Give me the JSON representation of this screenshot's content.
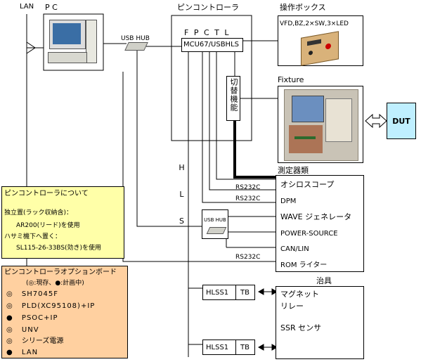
{
  "labels": {
    "lan": "LAN",
    "pc": "P C",
    "pin_controller": "ピンコントローラ",
    "operation_box": "操作ボックス",
    "operation_box_spec": "VFD,BZ,2×SW,3×LED",
    "fpctl": "F P C T L",
    "mcu": "MCU67/USBHLS",
    "switch_function": "切替機能",
    "fixture": "Fixture",
    "dut": "DUT",
    "usb_hub_top": "USB HUB",
    "usb_hub_mid": "USB HUB",
    "hls": "H L S",
    "rs232c_1": "RS232C",
    "rs232c_2": "RS232C",
    "rs232c_3": "RS232C",
    "measuring_instruments": "測定器類",
    "jig": "治具",
    "hlss1_top": "HLSS1",
    "tb_top": "TB",
    "hlss1_bottom": "HLSS1",
    "tb_bottom": "TB"
  },
  "instruments": [
    "オシロスコープ",
    "DPM",
    "WAVE ジェネレータ",
    "POWER-SOURCE",
    "CAN/LIN",
    "ROM ライター"
  ],
  "jig_items": [
    "マグネット",
    "リレー",
    "SSR センサ"
  ],
  "note_pin_controller": {
    "title": "ピンコントローラについて",
    "lines": [
      "独立置(ラック収納含)：",
      "AR200(リード)を使用",
      "ハサミ機下へ置く：",
      "SL115-26-33BS(効き)を使用"
    ]
  },
  "note_option_board": {
    "title": "ピンコントローラオプションボード",
    "legend": "(◎:現存、●:計画中)",
    "items": [
      {
        "mark": "◎",
        "text": "SH7045F"
      },
      {
        "mark": "◎",
        "text": "PLD(XC95108)+IP"
      },
      {
        "mark": "●",
        "text": "PSOC+IP"
      },
      {
        "mark": "◎",
        "text": "UNV"
      },
      {
        "mark": "◎",
        "text": "シリーズ電源"
      },
      {
        "mark": "●",
        "text": "LAN"
      }
    ]
  }
}
